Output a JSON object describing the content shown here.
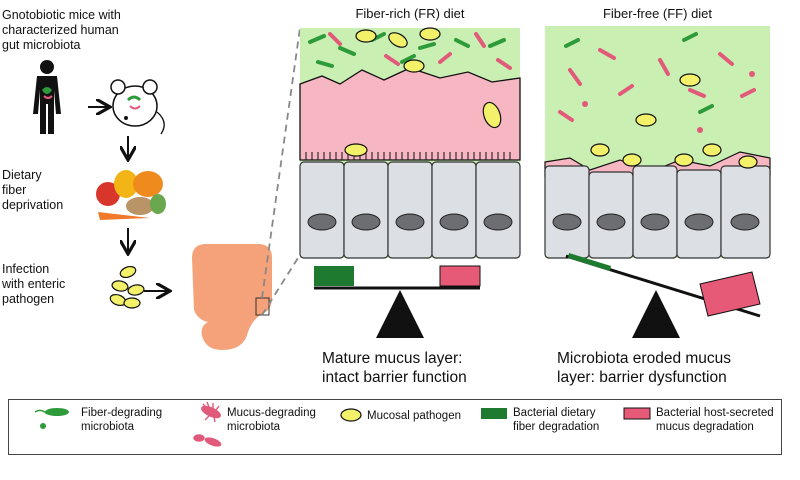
{
  "left_steps": {
    "step1": "Gnotobiotic mice with\ncharacterized human\ngut microbiota",
    "step2": "Dietary\nfiber\ndeprivation",
    "step3": "Infection\nwith enteric\npathogen"
  },
  "panels": {
    "fr_title": "Fiber-rich (FR) diet",
    "ff_title": "Fiber-free (FF) diet",
    "fr_caption": "Mature mucus layer:\nintact barrier function",
    "ff_caption": "Microbiota eroded mucus\nlayer: barrier dysfunction"
  },
  "legend": {
    "fiber_microbiota": "Fiber-degrading\nmicrobiota",
    "mucus_microbiota": "Mucus-degrading\nmicrobiota",
    "pathogen": "Mucosal pathogen",
    "fiber_degradation": "Bacterial dietary\nfiber degradation",
    "mucus_degradation": "Bacterial host-secreted\nmucus degradation"
  },
  "colors": {
    "lumen_green": "#c9efb2",
    "mucus_pink": "#f7b7c2",
    "cell_grey": "#dcdfe3",
    "nucleus_grey": "#6d6e72",
    "fiber_bacteria": "#2e9b3a",
    "mucus_bacteria": "#e25a7a",
    "pathogen_yellow": "#f3f06a",
    "fiber_block": "#1e7a2e",
    "mucus_block": "#e65a78",
    "colon_orange": "#f5a27a"
  }
}
